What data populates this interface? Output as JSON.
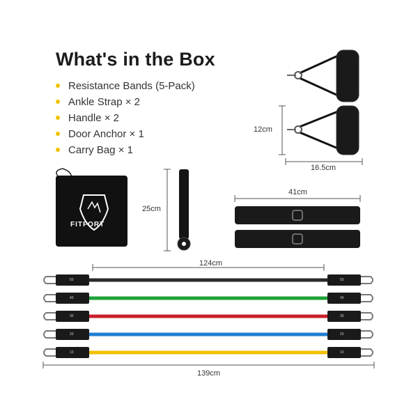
{
  "title": "What's in the Box",
  "items": [
    "Resistance Bands (5-Pack)",
    "Ankle Strap × 2",
    "Handle × 2",
    "Door Anchor × 1",
    "Carry Bag × 1"
  ],
  "dimensions": {
    "handle_height": "12cm",
    "handle_width": "16.5cm",
    "door_anchor_length": "25cm",
    "ankle_strap_length": "41cm",
    "band_tube_length": "124cm",
    "band_total_length": "139cm"
  },
  "brand": "FITFORT",
  "bands": [
    {
      "label": "50",
      "color": "#2a2a2a"
    },
    {
      "label": "40",
      "color": "#1fa23a"
    },
    {
      "label": "30",
      "color": "#c8202a"
    },
    {
      "label": "20",
      "color": "#1f7fd0"
    },
    {
      "label": "10",
      "color": "#f2c000"
    }
  ],
  "accent_color": "#f2c200"
}
